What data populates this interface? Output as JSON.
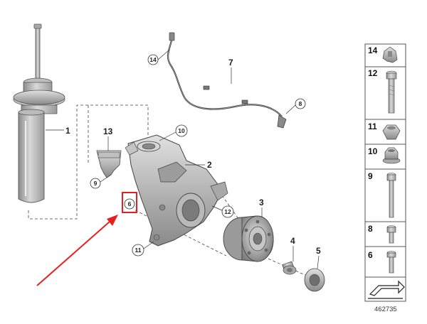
{
  "diagram": {
    "callouts": {
      "c1": "1",
      "c2": "2",
      "c3": "3",
      "c4": "4",
      "c5": "5",
      "c6": "6",
      "c7": "7",
      "c8": "8",
      "c9": "9",
      "c10": "10",
      "c11": "11",
      "c12": "12",
      "c13": "13",
      "c14": "14"
    },
    "side_panel": [
      "14",
      "12",
      "11",
      "10",
      "9",
      "8",
      "6"
    ],
    "doc_number": "462735",
    "highlight_color": "#e8201c",
    "arrow_color": "#e8201c"
  }
}
